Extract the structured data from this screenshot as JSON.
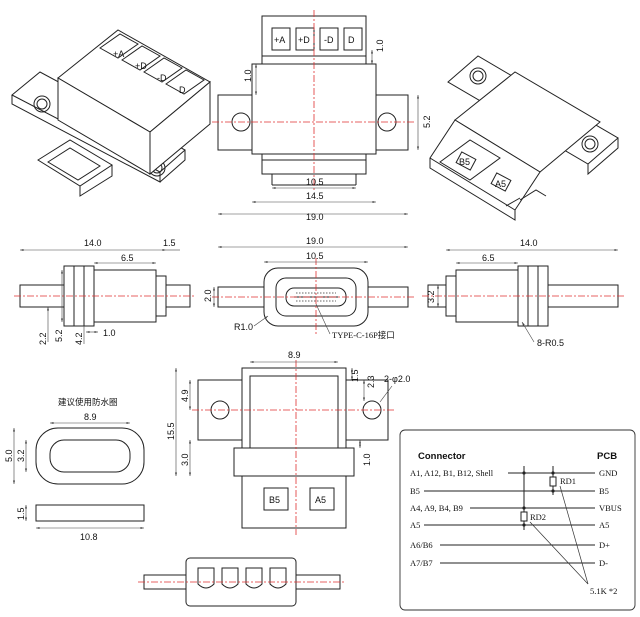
{
  "top_view": {
    "pins": [
      "+A",
      "+D",
      "-D",
      "D"
    ],
    "dims": {
      "d1_0_top": "1.0",
      "d1_0_left": "1.0",
      "d5_2": "5.2",
      "d10_5": "10.5",
      "d14_5": "14.5",
      "d19_0": "19.0"
    }
  },
  "iso_right": {
    "labels": [
      "B5",
      "A5"
    ]
  },
  "side_left": {
    "dims": {
      "d14_0": "14.0",
      "d1_5": "1.5",
      "d6_5": "6.5",
      "d2_2": "2.2",
      "d5_2": "5.2",
      "d4_2": "4.2",
      "d1_0": "1.0"
    }
  },
  "front_view": {
    "dims": {
      "d19_0": "19.0",
      "d10_5": "10.5",
      "d2_0": "2.0",
      "r1_0": "R1.0"
    },
    "callout": "TYPE-C-16P接口"
  },
  "side_right": {
    "dims": {
      "d14_0": "14.0",
      "d6_5": "6.5",
      "d3_2": "3.2",
      "r0_5": "8-R0.5"
    }
  },
  "gasket": {
    "title": "建议使用防水圈",
    "dims": {
      "d8_9": "8.9",
      "d5_0": "5.0",
      "d3_2": "3.2",
      "d1_5": "1.5",
      "d10_8": "10.8"
    }
  },
  "bottom_view": {
    "dims": {
      "d8_9": "8.9",
      "d1_5": "1.5",
      "d2_3": "2.3",
      "hole": "2-φ2.0",
      "d4_9": "4.9",
      "d15_5": "15.5",
      "d3_0": "3.0",
      "d1_0": "1.0"
    },
    "labels": [
      "B5",
      "A5"
    ]
  },
  "schematic": {
    "left_title": "Connector",
    "right_title": "PCB",
    "rows": [
      {
        "left": "A1, A12, B1, B12, Shell",
        "right": "GND"
      },
      {
        "left": "B5",
        "right": "B5"
      },
      {
        "left": "A4, A9, B4, B9",
        "right": "VBUS"
      },
      {
        "left": "A5",
        "right": "A5"
      },
      {
        "left": "A6/B6",
        "right": "D+"
      },
      {
        "left": "A7/B7",
        "right": "D-"
      }
    ],
    "rd1": "RD1",
    "rd2": "RD2",
    "resistor_note": "5.1K *2"
  }
}
